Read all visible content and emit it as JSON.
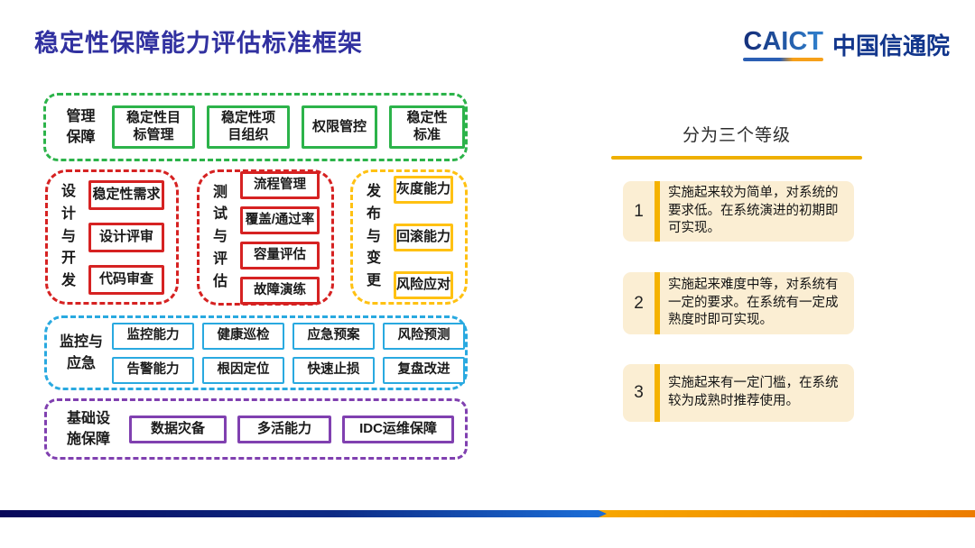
{
  "page": {
    "title": "稳定性保障能力评估标准框架"
  },
  "logo": {
    "brand": "CAICT",
    "brand_cn": "中国信通院"
  },
  "framework": {
    "groups": [
      {
        "name": "management",
        "color": "#2CB34A",
        "label": "管理\n保障",
        "items": [
          "稳定性目\n标管理",
          "稳定性项\n目组织",
          "权限管控",
          "稳定性\n标准"
        ]
      },
      {
        "name": "design-dev",
        "color": "#D62222",
        "label": "设\n计\n与\n开\n发",
        "items": [
          "稳定性需求",
          "设计评审",
          "代码审查"
        ]
      },
      {
        "name": "test-eval",
        "color": "#D62222",
        "label": "测\n试\n与\n评\n估",
        "items": [
          "流程管理",
          "覆盖/通过率",
          "容量评估",
          "故障演练"
        ]
      },
      {
        "name": "release-change",
        "color": "#FFC112",
        "label": "发\n布\n与\n变\n更",
        "items": [
          "灰度能力",
          "回滚能力",
          "风险应对"
        ]
      },
      {
        "name": "monitor-emergency",
        "color": "#29A9E0",
        "label": "监控与\n应急",
        "items": [
          "监控能力",
          "健康巡检",
          "应急预案",
          "风险预测",
          "告警能力",
          "根因定位",
          "快速止损",
          "复盘改进"
        ]
      },
      {
        "name": "infrastructure",
        "color": "#8040B0",
        "label": "基础设\n施保障",
        "items": [
          "数据灾备",
          "多活能力",
          "IDC运维保障"
        ]
      }
    ]
  },
  "levels": {
    "heading": "分为三个等级",
    "accent_color": "#EFB000",
    "card_bg": "#FBEED3",
    "cards": [
      {
        "num": "1",
        "text": "实施起来较为简单，对系统的要求低。在系统演进的初期即可实现。"
      },
      {
        "num": "2",
        "text": "实施起来难度中等，对系统有一定的要求。在系统有一定成熟度时即可实现。"
      },
      {
        "num": "3",
        "text": "实施起来有一定门槛，在系统较为成熟时推荐使用。"
      }
    ]
  },
  "footer": {
    "bar_colors": [
      "#08085A",
      "#1B6BD4",
      "#F7A600",
      "#EC7C00"
    ]
  }
}
